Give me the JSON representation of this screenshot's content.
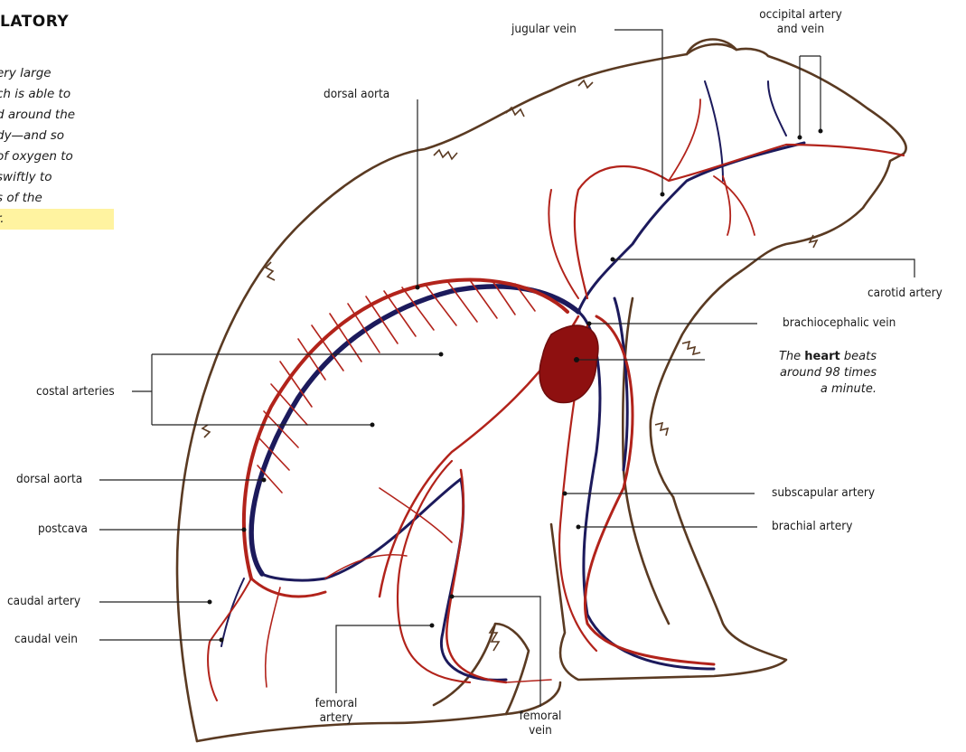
{
  "header": {
    "title": "LATORY"
  },
  "top_band": {
    "text": ""
  },
  "intro": {
    "lines": [
      "ery large",
      "ch is able to",
      "d around the",
      "dy—and so",
      "of oxygen to",
      "swiftly to",
      "s of the",
      "r."
    ]
  },
  "labels": {
    "jugular_vein": "jugular vein",
    "occipital": "occipital artery\nand vein",
    "occipital_l1": "occipital artery",
    "occipital_l2": "and vein",
    "dorsal_aorta_top": "dorsal aorta",
    "carotid_artery": "carotid artery",
    "brachiocephalic_vein": "brachiocephalic vein",
    "costal_arteries": "costal arteries",
    "dorsal_aorta_left": "dorsal aorta",
    "postcava": "postcava",
    "caudal_artery": "caudal artery",
    "caudal_vein": "caudal vein",
    "subscapular_artery": "subscapular artery",
    "brachial_artery": "brachial artery",
    "femoral_artery_l1": "femoral",
    "femoral_artery_l2": "artery",
    "femoral_vein_l1": "femoral",
    "femoral_vein_l2": "vein"
  },
  "heart_note": {
    "pre": "The ",
    "bold": "heart",
    "post": " beats",
    "line2": "around 98 times",
    "line3": "a minute."
  },
  "colors": {
    "artery": "#b2231b",
    "vein": "#1c1a5c",
    "fur_outline": "#5a3a22",
    "heart": "#8e1010",
    "leader": "#222222",
    "accent_band": "#1aa3b8",
    "highlight": "#fff3a0"
  }
}
